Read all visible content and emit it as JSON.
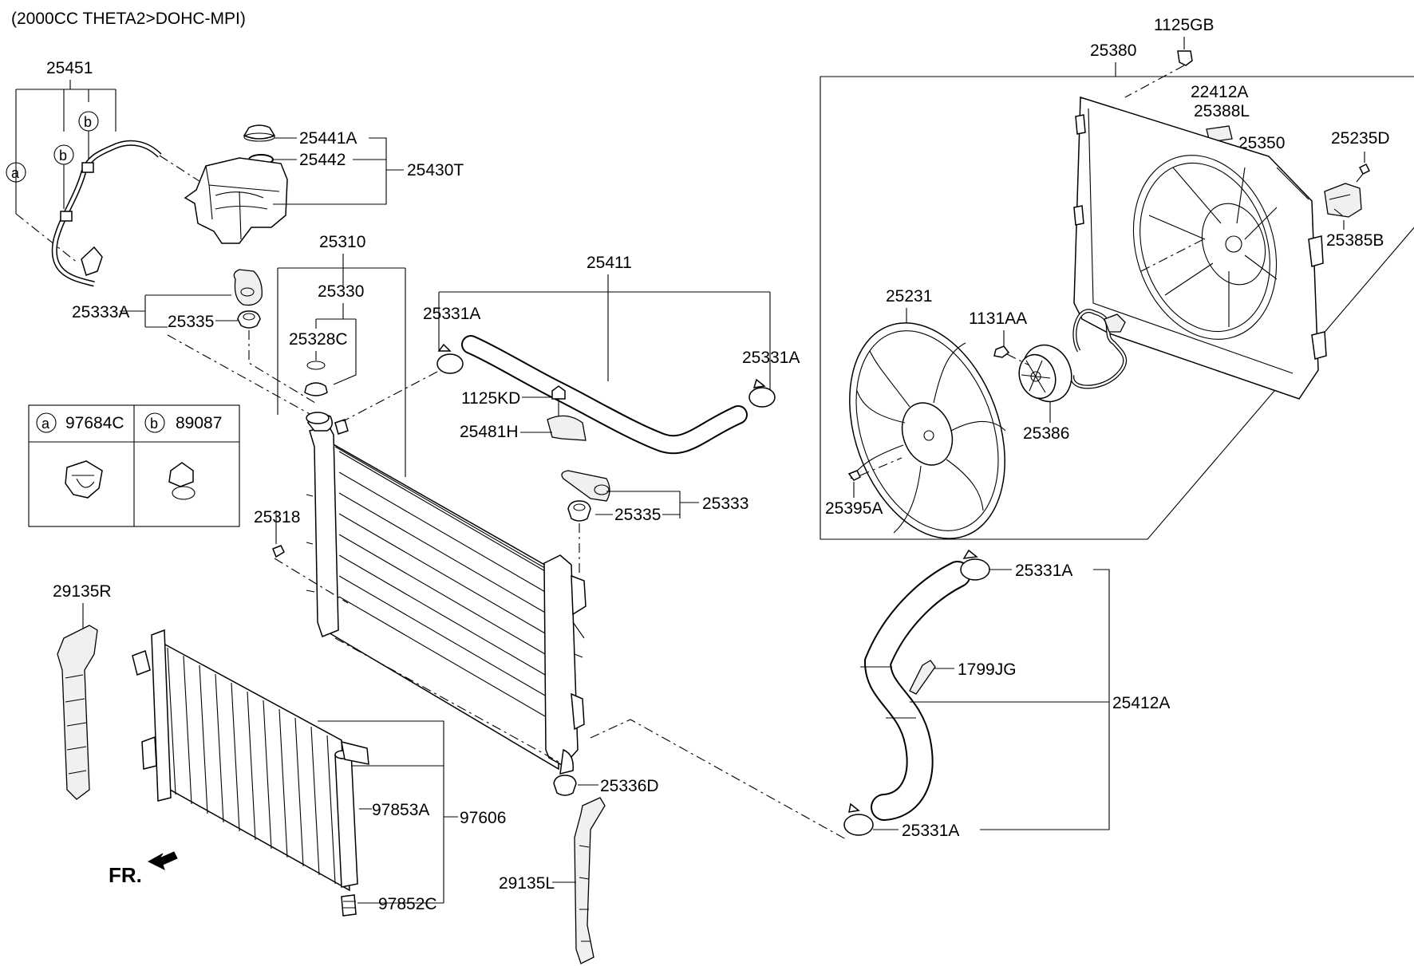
{
  "header": {
    "title": "(2000CC THETA2>DOHC-MPI)"
  },
  "legend": {
    "a_letter": "a",
    "a_part": "97684C",
    "b_letter": "b",
    "b_part": "89087"
  },
  "callout_letters": {
    "a": "a",
    "b": "b"
  },
  "front_marker": "FR.",
  "labels": {
    "p25451": "25451",
    "p25441A": "25441A",
    "p25442": "25442",
    "p25430T": "25430T",
    "p25333A": "25333A",
    "p25335_top": "25335",
    "p25310": "25310",
    "p25330": "25330",
    "p25328C": "25328C",
    "p25411": "25411",
    "p25331A_left": "25331A",
    "p25331A_mid": "25331A",
    "p1125KD": "1125KD",
    "p25481H": "25481H",
    "p25318": "25318",
    "p25333": "25333",
    "p25335_right": "25335",
    "p29135R": "29135R",
    "p97853A": "97853A",
    "p97606": "97606",
    "p97852C": "97852C",
    "p25336D": "25336D",
    "p29135L": "29135L",
    "p1125GB": "1125GB",
    "p25380": "25380",
    "p22412A": "22412A",
    "p25388L": "25388L",
    "p25350": "25350",
    "p25235D": "25235D",
    "p25385B": "25385B",
    "p25231": "25231",
    "p1131AA": "1131AA",
    "p25386": "25386",
    "p25395A": "25395A",
    "p25331A_hose_top": "25331A",
    "p1799JG": "1799JG",
    "p25412A": "25412A",
    "p25331A_hose_bottom": "25331A"
  }
}
